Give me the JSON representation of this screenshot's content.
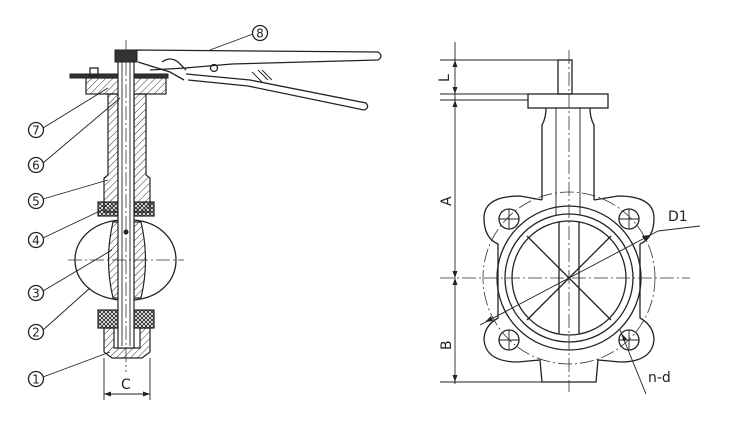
{
  "left_view": {
    "part_numbers": [
      "1",
      "2",
      "3",
      "4",
      "5",
      "6",
      "7",
      "8"
    ],
    "dimension_c": "C"
  },
  "right_view": {
    "dimension_l": "L",
    "dimension_a": "A",
    "dimension_b": "B",
    "dimension_d1": "D1",
    "dimension_nd": "n-d"
  },
  "colors": {
    "line": "#222222",
    "background": "#ffffff"
  }
}
